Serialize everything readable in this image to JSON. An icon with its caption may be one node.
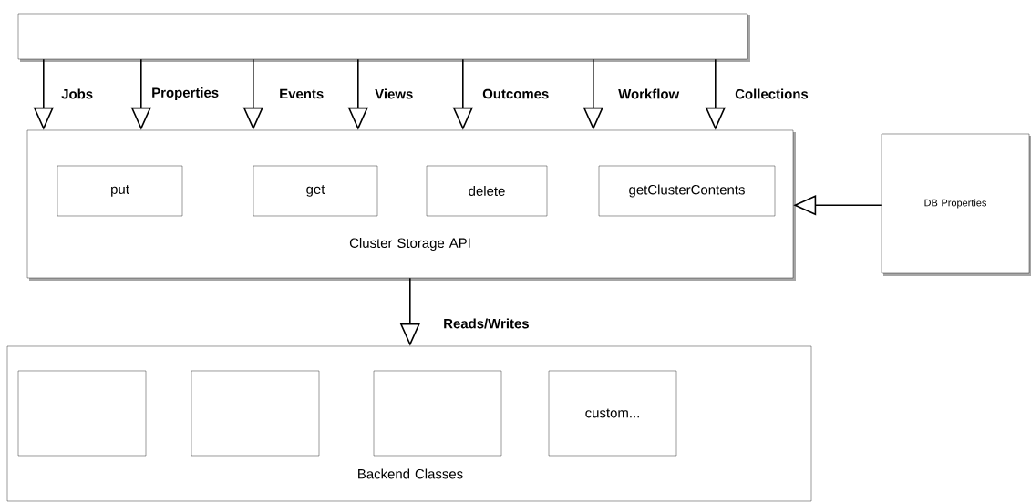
{
  "diagram": {
    "nodes": [
      {
        "text": [],
        "shape": "bar"
      },
      {
        "text": [
          "Cluster Storage API"
        ]
      },
      {
        "text": [
          "put"
        ],
        "in": 1
      },
      {
        "text": [
          "get"
        ],
        "in": 1
      },
      {
        "text": [
          "delete"
        ],
        "in": 1
      },
      {
        "text": [
          "getClusterContents"
        ],
        "in": 1
      },
      {
        "text": [
          "DB Properties"
        ]
      },
      {
        "text": [
          "Backend Classes"
        ]
      },
      {
        "text": [],
        "shape": "box",
        "in": 7
      },
      {
        "text": [],
        "shape": "box",
        "in": 7
      },
      {
        "text": [],
        "shape": "box",
        "in": 7
      },
      {
        "text": [
          "custom..."
        ],
        "in": 7
      }
    ],
    "edges": [
      {
        "from": 0,
        "to": 1,
        "arrow": "to",
        "label": "Jobs"
      },
      {
        "from": 0,
        "to": 1,
        "arrow": "to",
        "label": "Properties"
      },
      {
        "from": 0,
        "to": 1,
        "arrow": "to",
        "label": "Events"
      },
      {
        "from": 0,
        "to": 1,
        "arrow": "to",
        "label": "Views"
      },
      {
        "from": 0,
        "to": 1,
        "arrow": "to",
        "label": "Outcomes"
      },
      {
        "from": 0,
        "to": 1,
        "arrow": "to",
        "label": "Workflow"
      },
      {
        "from": 0,
        "to": 1,
        "arrow": "to",
        "label": "Collections"
      },
      {
        "from": 6,
        "to": 1,
        "arrow": "to"
      },
      {
        "from": 1,
        "to": 7,
        "arrow": "to",
        "label": "Reads/Writes"
      }
    ]
  }
}
